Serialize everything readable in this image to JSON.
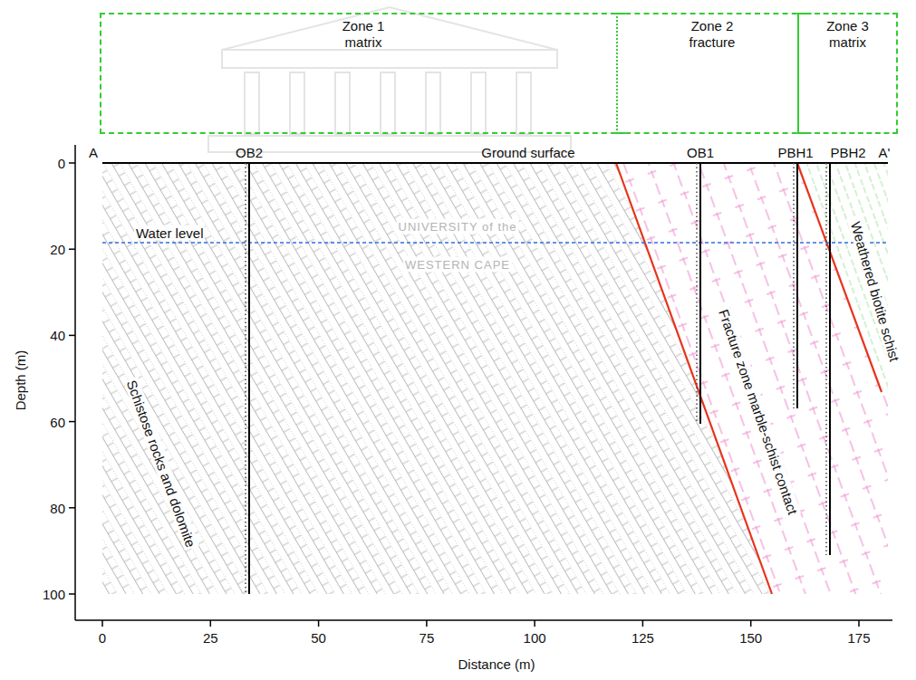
{
  "diagram": {
    "nodes": [
      {
        "text": [
          "Zone 1",
          "matrix"
        ]
      },
      {
        "text": [
          "Zone 2",
          "fracture"
        ]
      },
      {
        "text": [
          "Zone 3",
          "matrix"
        ]
      }
    ],
    "edges": [],
    "labels": [
      "A",
      "OB2",
      "Ground surface",
      "OB1",
      "PBH1",
      "PBH2",
      "A'",
      "Water level",
      "Schistose rocks and dolomite",
      "Fracture zone marble-schist contact",
      "Weathered biotite schist",
      "UNIVERSITY of the",
      "WESTERN CAPE",
      "0",
      "20",
      "40",
      "60",
      "80",
      "100",
      "0",
      "25",
      "50",
      "75",
      "100",
      "125",
      "150",
      "175",
      "Depth (m)",
      "Distance (m)"
    ]
  }
}
